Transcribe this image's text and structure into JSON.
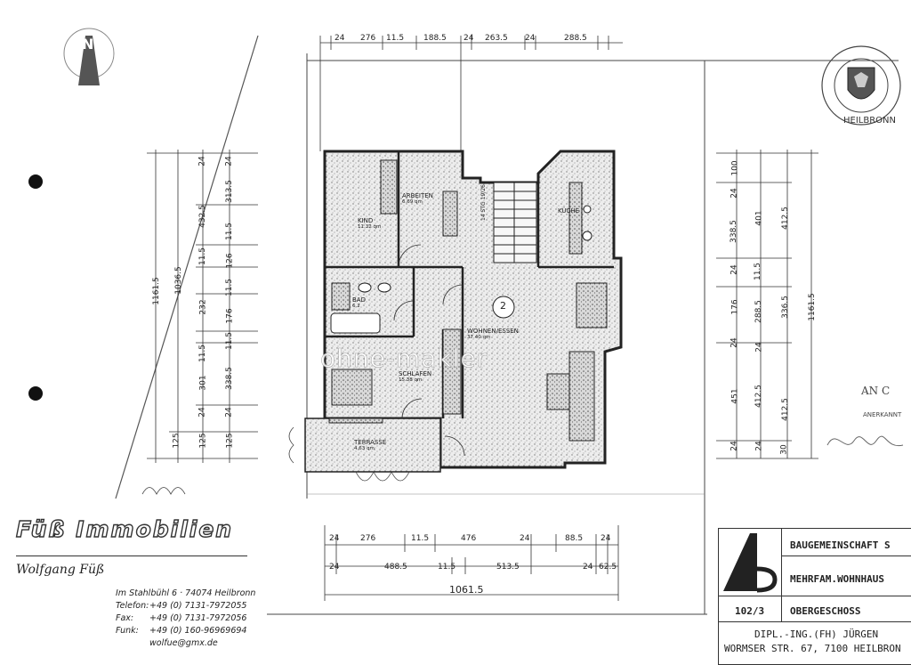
{
  "plan": {
    "rooms": [
      {
        "name": "KIND",
        "area": "11.32 qm"
      },
      {
        "name": "ARBEITEN",
        "area": "6.69 qm"
      },
      {
        "name": "BAD",
        "area": "6.2"
      },
      {
        "name": "KÜCHE",
        "area": ""
      },
      {
        "name": "WOHNEN/ESSEN",
        "area": "37.40 qm"
      },
      {
        "name": "SCHLAFEN",
        "area": "15.38 qm"
      },
      {
        "name": "TERRASSE",
        "area": "4.63 qm"
      }
    ],
    "unit_number": "2",
    "stair_label": "14 STG 19/26",
    "dims_top": [
      "24",
      "276",
      "11.5",
      "188.5",
      "24",
      "263.5",
      "24",
      "288.5"
    ],
    "dims_bottom_1": [
      "24",
      "276",
      "11.5",
      "476",
      "24",
      "88.5",
      "24"
    ],
    "dims_bottom_2": [
      "24",
      "488.5",
      "11.5",
      "513.5",
      "24",
      "62.5"
    ],
    "dim_bottom_total": "1061.5",
    "dims_left_outer": [
      "1161.5",
      "1036.5",
      "125"
    ],
    "dims_left_inner": [
      "24",
      "432.5",
      "11.5",
      "232",
      "11.5",
      "301",
      "24",
      "125"
    ],
    "dims_left_inner2": [
      "24",
      "313.5",
      "11.5",
      "126",
      "11.5",
      "176",
      "11.5",
      "338.5",
      "24",
      "125"
    ],
    "dims_right_1": [
      "100",
      "24",
      "338.5",
      "24",
      "176",
      "24",
      "451",
      "24"
    ],
    "dims_right_2": [
      "401",
      "11.5",
      "288.5",
      "24",
      "412.5",
      "24"
    ],
    "dims_right_3": [
      "412.5",
      "336.5",
      "412.5",
      "30"
    ],
    "dim_right_total": "1161.5"
  },
  "stamp": {
    "city": "HEILBRONN"
  },
  "signature": {
    "text1": "AN C",
    "text2": "ANERKANNT"
  },
  "watermark": "ohne-makler",
  "agency": {
    "name": "Füß Immobilien",
    "person": "Wolfgang Füß",
    "address": "Im Stahlbühl 6 · 74074 Heilbronn",
    "phone_label": "Telefon:",
    "phone": "+49 (0) 7131-7972055",
    "fax_label": "Fax:",
    "fax": "+49 (0) 7131-7972056",
    "mobile_label": "Funk:",
    "mobile": "+49 (0) 160-96969694",
    "email": "wolfue@gmx.de"
  },
  "titleblock": {
    "line1": "BAUGEMEINSCHAFT S",
    "line2": "MEHRFAM.WOHNHAUS",
    "number": "102/3",
    "line3": "OBERGESCHOSS",
    "architect": "DIPL.-ING.(FH) JÜRGEN",
    "architect_address": "WORMSER STR. 67, 7100 HEILBRON"
  }
}
